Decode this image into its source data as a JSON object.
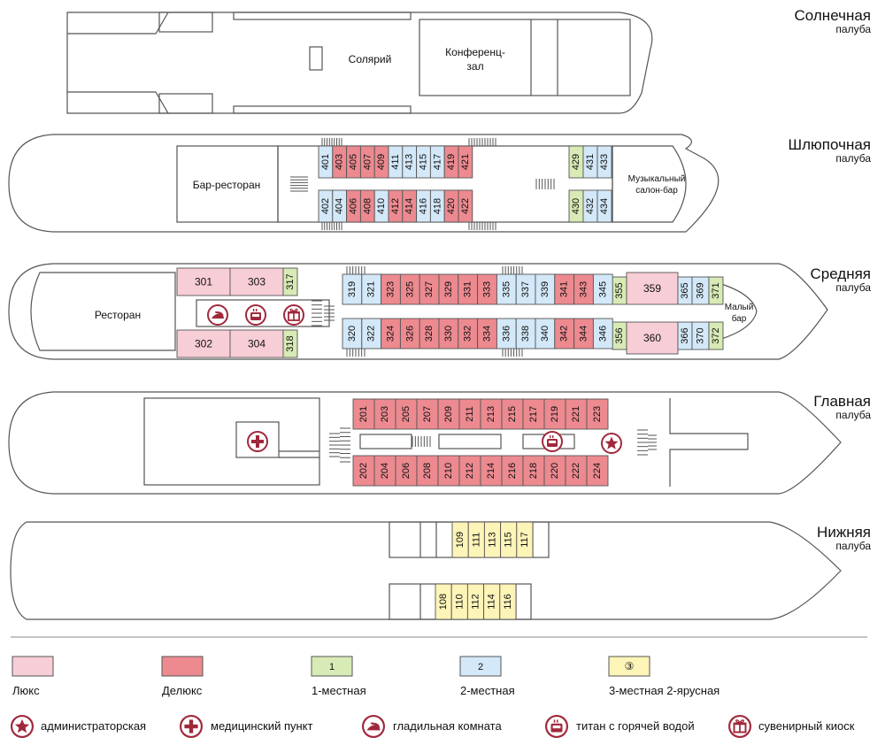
{
  "decks": {
    "sun": {
      "title": "Солнечная",
      "subtitle": "палуба"
    },
    "boat": {
      "title": "Шлюпочная",
      "subtitle": "палуба"
    },
    "middle": {
      "title": "Средняя",
      "subtitle": "палуба"
    },
    "main": {
      "title": "Главная",
      "subtitle": "палуба"
    },
    "lower": {
      "title": "Нижняя",
      "subtitle": "палуба"
    }
  },
  "areas": {
    "solarium": "Солярий",
    "conference_1": "Конференц-",
    "conference_2": "зал",
    "bar_restaurant": "Бар-ресторан",
    "music_salon_1": "Музыкальный",
    "music_salon_2": "салон-бар",
    "restaurant": "Ресторан",
    "small_bar_1": "Малый",
    "small_bar_2": "бар"
  },
  "cabins": {
    "boat_top": [
      "401",
      "403",
      "405",
      "407",
      "409",
      "411",
      "413",
      "415",
      "417",
      "419",
      "421"
    ],
    "boat_top_types": [
      "double",
      "deluxe",
      "deluxe",
      "deluxe",
      "deluxe",
      "double",
      "double",
      "double",
      "double",
      "deluxe",
      "deluxe"
    ],
    "boat_bottom": [
      "402",
      "404",
      "406",
      "408",
      "410",
      "412",
      "414",
      "416",
      "418",
      "420",
      "422"
    ],
    "boat_bottom_types": [
      "double",
      "double",
      "deluxe",
      "deluxe",
      "double",
      "deluxe",
      "deluxe",
      "double",
      "double",
      "deluxe",
      "deluxe"
    ],
    "boat_fwd_top": [
      "429",
      "431",
      "433"
    ],
    "boat_fwd_top_types": [
      "single",
      "double",
      "double"
    ],
    "boat_fwd_bottom": [
      "430",
      "432",
      "434"
    ],
    "boat_fwd_bottom_types": [
      "single",
      "double",
      "double"
    ],
    "mid_aft": [
      "301",
      "303",
      "302",
      "304"
    ],
    "mid_single": [
      "317",
      "318"
    ],
    "mid_top": [
      "319",
      "321",
      "323",
      "325",
      "327",
      "329",
      "331",
      "333",
      "335",
      "337",
      "339",
      "341",
      "343",
      "345"
    ],
    "mid_top_types": [
      "double",
      "double",
      "deluxe",
      "deluxe",
      "deluxe",
      "deluxe",
      "deluxe",
      "deluxe",
      "double",
      "double",
      "double",
      "deluxe",
      "deluxe",
      "double"
    ],
    "mid_bottom": [
      "320",
      "322",
      "324",
      "326",
      "328",
      "330",
      "332",
      "334",
      "336",
      "338",
      "340",
      "342",
      "344",
      "346"
    ],
    "mid_bottom_types": [
      "double",
      "double",
      "deluxe",
      "deluxe",
      "deluxe",
      "deluxe",
      "deluxe",
      "deluxe",
      "double",
      "double",
      "double",
      "deluxe",
      "deluxe",
      "double"
    ],
    "mid_fwd": [
      "355",
      "359",
      "365",
      "369",
      "371",
      "356",
      "360",
      "366",
      "370",
      "372"
    ],
    "main_top": [
      "201",
      "203",
      "205",
      "207",
      "209",
      "211",
      "213",
      "215",
      "217",
      "219",
      "221",
      "223"
    ],
    "main_bottom": [
      "202",
      "204",
      "206",
      "208",
      "210",
      "212",
      "214",
      "216",
      "218",
      "220",
      "222",
      "224"
    ],
    "lower_top": [
      "109",
      "111",
      "113",
      "115",
      "117"
    ],
    "lower_bottom": [
      "108",
      "110",
      "112",
      "114",
      "116"
    ]
  },
  "colors": {
    "lux": "#f7cdd6",
    "deluxe": "#ec8a90",
    "single": "#d8eab5",
    "double": "#d3e8f8",
    "triple": "#fdf4b8",
    "icon": "#a0283b",
    "stroke": "#555555"
  },
  "legend": {
    "lux": "Люкс",
    "deluxe": "Делюкс",
    "single": "1-местная",
    "single_swatch": "1",
    "double": "2-местная",
    "double_swatch": "2",
    "triple": "3-местная 2-ярусная",
    "triple_swatch": "③"
  },
  "icon_legend": {
    "admin": "администраторская",
    "medical": "медицинский пункт",
    "ironing": "гладильная комната",
    "boiler": "титан с горячей водой",
    "souvenir": "сувенирный киоск"
  },
  "icon_names": [
    "star-icon",
    "cross-icon",
    "iron-icon",
    "cup-icon",
    "gift-icon"
  ]
}
